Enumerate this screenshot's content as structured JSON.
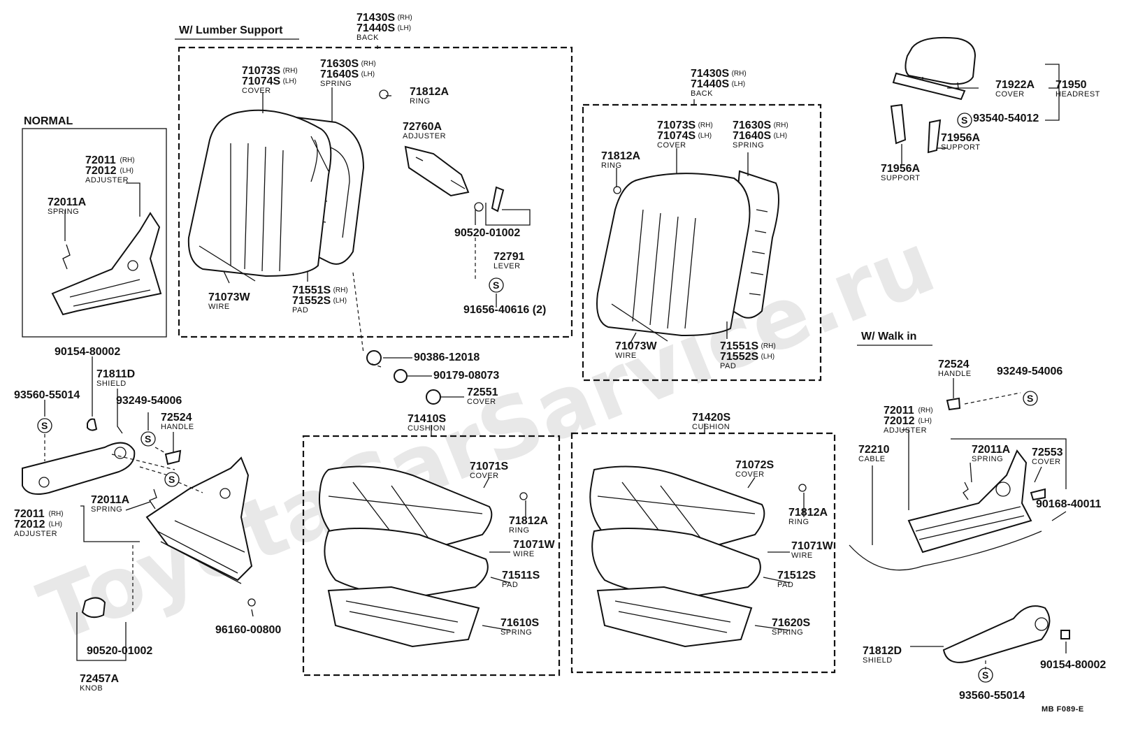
{
  "watermark": "ToyotaCarSarvice.ru",
  "footer_code": "MB  F089-E",
  "sections": {
    "normal": "NORMAL",
    "lumber": "W/ Lumber Support",
    "walkin": "W/ Walk in"
  },
  "callouts": [
    {
      "id": "back-top",
      "parts": [
        "71430S",
        "71440S"
      ],
      "sides": [
        "(RH)",
        "(LH)"
      ],
      "label": "BACK"
    },
    {
      "id": "cover-l",
      "parts": [
        "71073S",
        "71074S"
      ],
      "sides": [
        "(RH)",
        "(LH)"
      ],
      "label": "COVER"
    },
    {
      "id": "spring-l",
      "parts": [
        "71630S",
        "71640S"
      ],
      "sides": [
        "(RH)",
        "(LH)"
      ],
      "label": "SPRING"
    },
    {
      "id": "ring-l",
      "parts": [
        "71812A"
      ],
      "label": "RING"
    },
    {
      "id": "adjuster-l",
      "parts": [
        "72760A"
      ],
      "label": "ADJUSTER"
    },
    {
      "id": "bolt-l",
      "parts": [
        "90520-01002"
      ]
    },
    {
      "id": "lever-l",
      "parts": [
        "72791"
      ],
      "label": "LEVER"
    },
    {
      "id": "screw-l",
      "parts": [
        "91656-40616 (2)"
      ]
    },
    {
      "id": "wire-l",
      "parts": [
        "71073W"
      ],
      "label": "WIRE"
    },
    {
      "id": "pad-l",
      "parts": [
        "71551S",
        "71552S"
      ],
      "sides": [
        "(RH)",
        "(LH)"
      ],
      "label": "PAD"
    },
    {
      "id": "back-r",
      "parts": [
        "71430S",
        "71440S"
      ],
      "sides": [
        "(RH)",
        "(LH)"
      ],
      "label": "BACK"
    },
    {
      "id": "cover-r",
      "parts": [
        "71073S",
        "71074S"
      ],
      "sides": [
        "(RH)",
        "(LH)"
      ],
      "label": "COVER"
    },
    {
      "id": "spring-r",
      "parts": [
        "71630S",
        "71640S"
      ],
      "sides": [
        "(RH)",
        "(LH)"
      ],
      "label": "SPRING"
    },
    {
      "id": "ring-r",
      "parts": [
        "71812A"
      ],
      "label": "RING"
    },
    {
      "id": "wire-r",
      "parts": [
        "71073W"
      ],
      "label": "WIRE"
    },
    {
      "id": "pad-r",
      "parts": [
        "71551S",
        "71552S"
      ],
      "sides": [
        "(RH)",
        "(LH)"
      ],
      "label": "PAD"
    },
    {
      "id": "hr-cover",
      "parts": [
        "71922A"
      ],
      "label": "COVER"
    },
    {
      "id": "hr",
      "parts": [
        "71950"
      ],
      "label": "HEADREST"
    },
    {
      "id": "hr-s",
      "parts": [
        "93540-54012"
      ]
    },
    {
      "id": "hr-sup1",
      "parts": [
        "71956A"
      ],
      "label": "SUPPORT"
    },
    {
      "id": "hr-sup2",
      "parts": [
        "71956A"
      ],
      "label": "SUPPORT"
    },
    {
      "id": "n-adj",
      "parts": [
        "72011",
        "72012"
      ],
      "sides": [
        "(RH)",
        "(LH)"
      ],
      "label": "ADJUSTER"
    },
    {
      "id": "n-spring",
      "parts": [
        "72011A"
      ],
      "label": "SPRING"
    },
    {
      "id": "a-90154",
      "parts": [
        "90154-80002"
      ]
    },
    {
      "id": "a-shield",
      "parts": [
        "71811D"
      ],
      "label": "SHIELD"
    },
    {
      "id": "a-93560",
      "parts": [
        "93560-55014"
      ]
    },
    {
      "id": "a-93249",
      "parts": [
        "93249-54006"
      ]
    },
    {
      "id": "a-handle",
      "parts": [
        "72524"
      ],
      "label": "HANDLE"
    },
    {
      "id": "a-spring",
      "parts": [
        "72011A"
      ],
      "label": "SPRING"
    },
    {
      "id": "a-adj",
      "parts": [
        "72011",
        "72012"
      ],
      "sides": [
        "(RH)",
        "(LH)"
      ],
      "label": "ADJUSTER"
    },
    {
      "id": "a-96160",
      "parts": [
        "96160-00800"
      ]
    },
    {
      "id": "a-90520",
      "parts": [
        "90520-01002"
      ]
    },
    {
      "id": "a-knob",
      "parts": [
        "72457A"
      ],
      "label": "KNOB"
    },
    {
      "id": "c-90386",
      "parts": [
        "90386-12018"
      ]
    },
    {
      "id": "c-90179",
      "parts": [
        "90179-08073"
      ]
    },
    {
      "id": "c-72551",
      "parts": [
        "72551"
      ],
      "label": "COVER"
    },
    {
      "id": "cu-l",
      "parts": [
        "71410S"
      ],
      "label": "CUSHION"
    },
    {
      "id": "cu-l-cover",
      "parts": [
        "71071S"
      ],
      "label": "COVER"
    },
    {
      "id": "cu-l-ring",
      "parts": [
        "71812A"
      ],
      "label": "RING"
    },
    {
      "id": "cu-l-wire",
      "parts": [
        "71071W"
      ],
      "label": "WIRE"
    },
    {
      "id": "cu-l-pad",
      "parts": [
        "71511S"
      ],
      "label": "PAD"
    },
    {
      "id": "cu-l-spring",
      "parts": [
        "71610S"
      ],
      "label": "SPRING"
    },
    {
      "id": "cu-r",
      "parts": [
        "71420S"
      ],
      "label": "CUSHION"
    },
    {
      "id": "cu-r-cover",
      "parts": [
        "71072S"
      ],
      "label": "COVER"
    },
    {
      "id": "cu-r-ring",
      "parts": [
        "71812A"
      ],
      "label": "RING"
    },
    {
      "id": "cu-r-wire",
      "parts": [
        "71071W"
      ],
      "label": "WIRE"
    },
    {
      "id": "cu-r-pad",
      "parts": [
        "71512S"
      ],
      "label": "PAD"
    },
    {
      "id": "cu-r-spring",
      "parts": [
        "71620S"
      ],
      "label": "SPRING"
    },
    {
      "id": "w-handle",
      "parts": [
        "72524"
      ],
      "label": "HANDLE"
    },
    {
      "id": "w-93249",
      "parts": [
        "93249-54006"
      ]
    },
    {
      "id": "w-adj",
      "parts": [
        "72011",
        "72012"
      ],
      "sides": [
        "(RH)",
        "(LH)"
      ],
      "label": "ADJUSTER"
    },
    {
      "id": "w-cable",
      "parts": [
        "72210"
      ],
      "label": "CABLE"
    },
    {
      "id": "w-spring",
      "parts": [
        "72011A"
      ],
      "label": "SPRING"
    },
    {
      "id": "w-cover",
      "parts": [
        "72553"
      ],
      "label": "COVER"
    },
    {
      "id": "w-90168",
      "parts": [
        "90168-40011"
      ]
    },
    {
      "id": "w-shield",
      "parts": [
        "71812D"
      ],
      "label": "SHIELD"
    },
    {
      "id": "w-90154",
      "parts": [
        "90154-80002"
      ]
    },
    {
      "id": "w-93560",
      "parts": [
        "93560-55014"
      ]
    }
  ],
  "s_symbol": "S"
}
